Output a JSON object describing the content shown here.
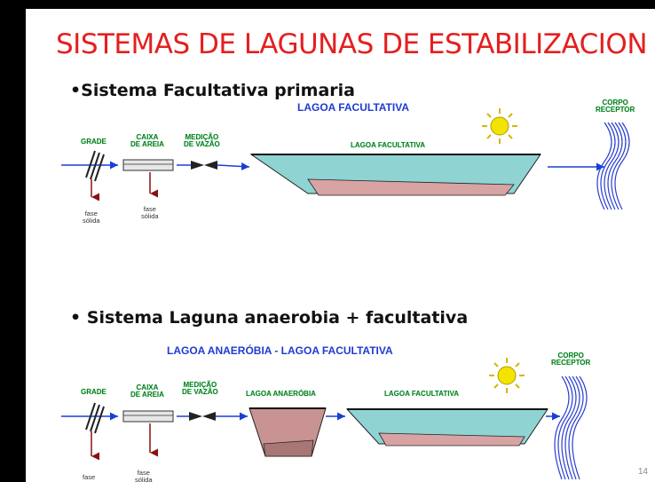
{
  "slide": {
    "title": "SISTEMAS DE LAGUNAS DE ESTABILIZACION",
    "page_number": "14"
  },
  "system1": {
    "bullet": "•Sistema  Facultativa primaria",
    "header": "LAGOA FACULTATIVA",
    "grade": "GRADE",
    "caixa": "CAIXA\nDE AREIA",
    "medicao": "MEDIÇÃO\nDE VAZÃO",
    "lagoa_label": "LAGOA FACULTATIVA",
    "corpo": "CORPO\nRECEPTOR",
    "fase1": "fase\nsólida",
    "fase2": "fase\nsólida"
  },
  "system2": {
    "bullet": "• Sistema Laguna anaerobia + facultativa",
    "header": "LAGOA ANAERÓBIA - LAGOA FACULTATIVA",
    "grade": "GRADE",
    "caixa": "CAIXA\nDE AREIA",
    "medicao": "MEDIÇÃO\nDE VAZÃO",
    "lagoa_anaerobia": "LAGOA ANAERÓBIA",
    "lagoa_facultativa": "LAGOA FACULTATIVA",
    "corpo": "CORPO\nRECEPTOR",
    "fase1": "fase",
    "fase2": "fase\nsólida"
  },
  "colors": {
    "title": "#e41f1f",
    "header_blue": "#1f3bd0",
    "label_green": "#0d7a16",
    "water": "#8fd3d3",
    "sludge": "#d8a3a3",
    "flow": "#1a3fd6",
    "sun": "#f2e300"
  }
}
